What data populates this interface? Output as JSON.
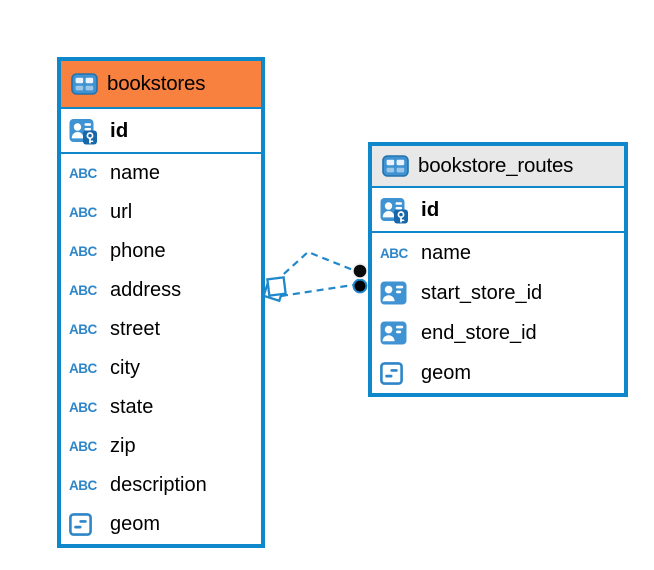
{
  "diagram": {
    "background": "#ffffff",
    "table_border_color": "#0e87cb",
    "selected_header_color": "#f9813f",
    "header_color": "#e8e8e8",
    "icon_blue": "#3f93d2",
    "type_icon_blue": "#2e86c8",
    "connector_color": "#1e88cb"
  },
  "icons": {
    "text_type_label": "ABC"
  },
  "tables": [
    {
      "name": "bookstores",
      "header_bg": "#f9813f",
      "selected": true,
      "primary_key": {
        "name": "id",
        "icon": "primary-key-icon"
      },
      "fields": [
        {
          "name": "name",
          "icon": "text-type-icon"
        },
        {
          "name": "url",
          "icon": "text-type-icon"
        },
        {
          "name": "phone",
          "icon": "text-type-icon"
        },
        {
          "name": "address",
          "icon": "text-type-icon"
        },
        {
          "name": "street",
          "icon": "text-type-icon"
        },
        {
          "name": "city",
          "icon": "text-type-icon"
        },
        {
          "name": "state",
          "icon": "text-type-icon"
        },
        {
          "name": "zip",
          "icon": "text-type-icon"
        },
        {
          "name": "description",
          "icon": "text-type-icon"
        },
        {
          "name": "geom",
          "icon": "geometry-type-icon"
        }
      ]
    },
    {
      "name": "bookstore_routes",
      "header_bg": "#e8e8e8",
      "selected": false,
      "primary_key": {
        "name": "id",
        "icon": "primary-key-icon"
      },
      "fields": [
        {
          "name": "name",
          "icon": "text-type-icon"
        },
        {
          "name": "start_store_id",
          "icon": "reference-type-icon"
        },
        {
          "name": "end_store_id",
          "icon": "reference-type-icon"
        },
        {
          "name": "geom",
          "icon": "geometry-type-icon"
        }
      ]
    }
  ],
  "relationship": {
    "source_table": "bookstores",
    "target_table": "bookstore_routes",
    "line_style": "dashed",
    "line_count": 2,
    "source_marker": "overlapping-squares",
    "target_marker": "filled-dots"
  }
}
